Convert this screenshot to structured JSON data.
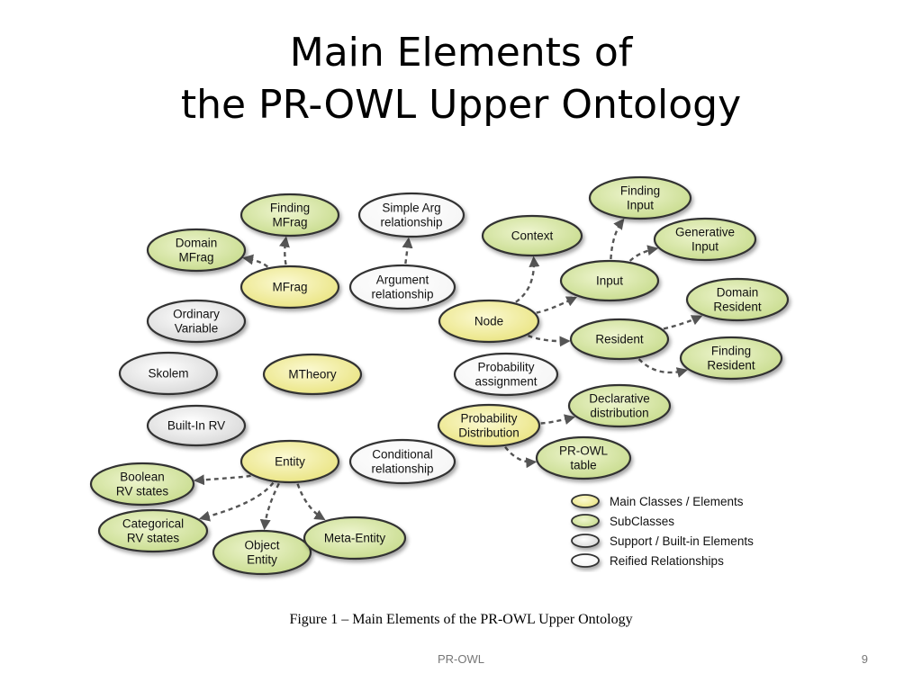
{
  "title": {
    "line1": "Main Elements of",
    "line2": "the PR-OWL Upper Ontology"
  },
  "colors": {
    "main": "#f4f1a2",
    "subclass": "#d8e8a4",
    "support": "#f2f2f2",
    "reified": "#ffffff",
    "edge": "#555555"
  },
  "nodes": [
    {
      "id": "finding-mfrag",
      "lines": [
        "Finding",
        "MFrag"
      ],
      "kind": "subclass"
    },
    {
      "id": "domain-mfrag",
      "lines": [
        "Domain",
        "MFrag"
      ],
      "kind": "subclass"
    },
    {
      "id": "mfrag",
      "lines": [
        "MFrag"
      ],
      "kind": "main"
    },
    {
      "id": "simple-arg",
      "lines": [
        "Simple Arg",
        "relationship"
      ],
      "kind": "reified"
    },
    {
      "id": "argument-rel",
      "lines": [
        "Argument",
        "relationship"
      ],
      "kind": "reified"
    },
    {
      "id": "context",
      "lines": [
        "Context"
      ],
      "kind": "subclass"
    },
    {
      "id": "finding-input",
      "lines": [
        "Finding",
        "Input"
      ],
      "kind": "subclass"
    },
    {
      "id": "generative-input",
      "lines": [
        "Generative",
        "Input"
      ],
      "kind": "subclass"
    },
    {
      "id": "input",
      "lines": [
        "Input"
      ],
      "kind": "subclass"
    },
    {
      "id": "ordinary-variable",
      "lines": [
        "Ordinary",
        "Variable"
      ],
      "kind": "support"
    },
    {
      "id": "node",
      "lines": [
        "Node"
      ],
      "kind": "main"
    },
    {
      "id": "domain-resident",
      "lines": [
        "Domain",
        "Resident"
      ],
      "kind": "subclass"
    },
    {
      "id": "resident",
      "lines": [
        "Resident"
      ],
      "kind": "subclass"
    },
    {
      "id": "finding-resident",
      "lines": [
        "Finding",
        "Resident"
      ],
      "kind": "subclass"
    },
    {
      "id": "skolem",
      "lines": [
        "Skolem"
      ],
      "kind": "support"
    },
    {
      "id": "mtheory",
      "lines": [
        "MTheory"
      ],
      "kind": "main"
    },
    {
      "id": "probability-assignment",
      "lines": [
        "Probability",
        "assignment"
      ],
      "kind": "reified"
    },
    {
      "id": "declarative-distribution",
      "lines": [
        "Declarative",
        "distribution"
      ],
      "kind": "subclass"
    },
    {
      "id": "builtin-rv",
      "lines": [
        "Built-In RV"
      ],
      "kind": "support"
    },
    {
      "id": "probability-distribution",
      "lines": [
        "Probability",
        "Distribution"
      ],
      "kind": "main"
    },
    {
      "id": "prowl-table",
      "lines": [
        "PR-OWL",
        "table"
      ],
      "kind": "subclass"
    },
    {
      "id": "entity",
      "lines": [
        "Entity"
      ],
      "kind": "main"
    },
    {
      "id": "conditional-rel",
      "lines": [
        "Conditional",
        "relationship"
      ],
      "kind": "reified"
    },
    {
      "id": "boolean-rv-states",
      "lines": [
        "Boolean",
        "RV states"
      ],
      "kind": "subclass"
    },
    {
      "id": "categorical-rv-states",
      "lines": [
        "Categorical",
        "RV states"
      ],
      "kind": "subclass"
    },
    {
      "id": "object-entity",
      "lines": [
        "Object",
        "Entity"
      ],
      "kind": "subclass"
    },
    {
      "id": "meta-entity",
      "lines": [
        "Meta-Entity"
      ],
      "kind": "subclass"
    }
  ],
  "edges": [
    {
      "from": "mfrag",
      "to": "finding-mfrag"
    },
    {
      "from": "mfrag",
      "to": "domain-mfrag"
    },
    {
      "from": "argument-rel",
      "to": "simple-arg"
    },
    {
      "from": "node",
      "to": "context"
    },
    {
      "from": "node",
      "to": "input"
    },
    {
      "from": "node",
      "to": "resident"
    },
    {
      "from": "input",
      "to": "finding-input"
    },
    {
      "from": "input",
      "to": "generative-input"
    },
    {
      "from": "resident",
      "to": "domain-resident"
    },
    {
      "from": "resident",
      "to": "finding-resident"
    },
    {
      "from": "probability-distribution",
      "to": "declarative-distribution"
    },
    {
      "from": "probability-distribution",
      "to": "prowl-table"
    },
    {
      "from": "entity",
      "to": "boolean-rv-states"
    },
    {
      "from": "entity",
      "to": "categorical-rv-states"
    },
    {
      "from": "entity",
      "to": "object-entity"
    },
    {
      "from": "entity",
      "to": "meta-entity"
    }
  ],
  "legend": [
    {
      "label": "Main Classes / Elements",
      "kind": "main"
    },
    {
      "label": "SubClasses",
      "kind": "subclass"
    },
    {
      "label": "Support / Built-in Elements",
      "kind": "support"
    },
    {
      "label": "Reified Relationships",
      "kind": "reified"
    }
  ],
  "caption": "Figure 1 – Main Elements of the PR-OWL Upper Ontology",
  "footer": "PR-OWL",
  "page_number": "9"
}
